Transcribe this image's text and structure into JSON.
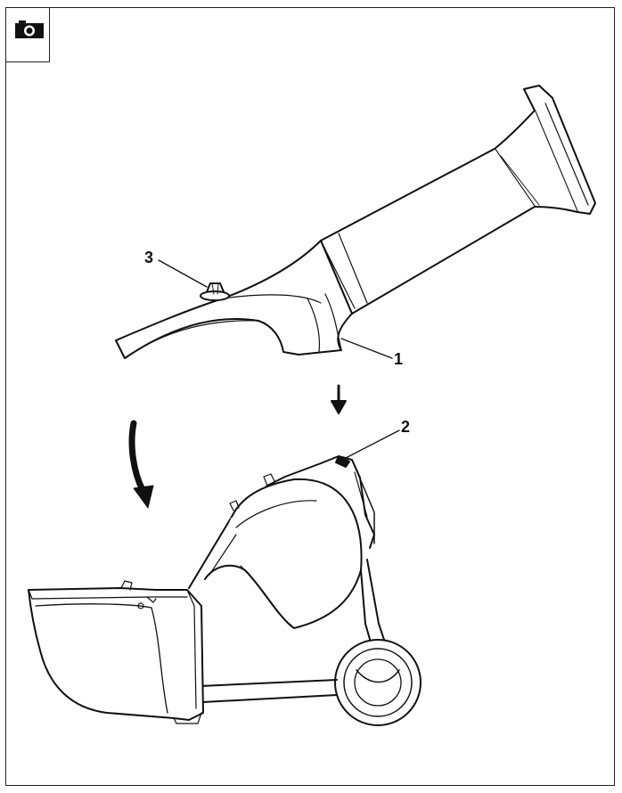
{
  "figure": {
    "camera_icon": "camera-icon",
    "callouts": [
      {
        "id": "1",
        "label": "1"
      },
      {
        "id": "2",
        "label": "2"
      },
      {
        "id": "3",
        "label": "3"
      }
    ]
  }
}
